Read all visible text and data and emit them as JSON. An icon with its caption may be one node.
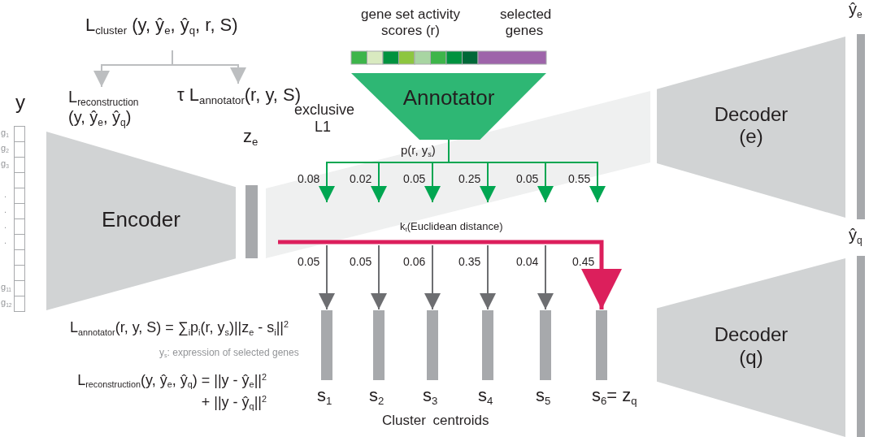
{
  "diagram": {
    "nodes": [
      {
        "text": [
          "L$_{cluster}$ (y, ŷ$_{e}$, ŷ$_{q}$, r, S)"
        ]
      },
      {
        "text": [
          "L$_{reconstruction}$ (y, ŷ$_{e}$, ŷ$_{q}$)"
        ]
      },
      {
        "text": [
          "τ L$_{annotator}$(r, y, S)"
        ]
      },
      {
        "text": [
          "y"
        ],
        "beside": [
          "g$_{1}$",
          "g$_{2}$",
          "g$_{3}$",
          ".",
          ".",
          ".",
          ".",
          "g$_{11}$",
          "g$_{12}$"
        ]
      },
      {
        "text": [
          "Encoder"
        ]
      },
      {
        "text": [
          "z$_{e}$"
        ]
      },
      {
        "text": [
          "gene set activity scores (r)",
          "selected genes"
        ]
      },
      {
        "text": [
          "Annotator"
        ],
        "beside": [
          "exclusive L1"
        ]
      },
      {
        "text": [
          "s$_{1}$"
        ]
      },
      {
        "text": [
          "s$_{2}$"
        ]
      },
      {
        "text": [
          "s$_{3}$"
        ]
      },
      {
        "text": [
          "s$_{4}$"
        ]
      },
      {
        "text": [
          "s$_{5}$"
        ]
      },
      {
        "text": [
          "s$_{6}$= z$_{q}$"
        ]
      },
      {
        "text": [
          "Decoder (e)"
        ]
      },
      {
        "text": [
          "ŷ$_{e}$"
        ]
      },
      {
        "text": [
          "Decoder (q)"
        ]
      },
      {
        "text": [
          "ŷ$_{q}$"
        ]
      }
    ],
    "edges": [
      {
        "from": 0,
        "to": 1,
        "arrow": "to",
        "color": "#bcbec0"
      },
      {
        "from": 0,
        "to": 2,
        "arrow": "to",
        "color": "#bcbec0"
      },
      {
        "from": 7,
        "to": null,
        "arrow": "to",
        "label": "0.08"
      },
      {
        "from": 7,
        "to": null,
        "arrow": "to",
        "label": "0.02"
      },
      {
        "from": 7,
        "to": null,
        "arrow": "to",
        "label": "0.05"
      },
      {
        "from": 7,
        "to": null,
        "arrow": "to",
        "label": "0.25"
      },
      {
        "from": 7,
        "to": null,
        "arrow": "to",
        "label": "0.05"
      },
      {
        "from": 7,
        "to": null,
        "arrow": "to",
        "label": "0.55"
      },
      {
        "from": null,
        "to": 8,
        "arrow": "to",
        "label": "0.05",
        "color": "#6d6e71"
      },
      {
        "from": null,
        "to": 9,
        "arrow": "to",
        "label": "0.05",
        "color": "#6d6e71"
      },
      {
        "from": null,
        "to": 10,
        "arrow": "to",
        "label": "0.06",
        "color": "#6d6e71"
      },
      {
        "from": null,
        "to": 11,
        "arrow": "to",
        "label": "0.35",
        "color": "#6d6e71"
      },
      {
        "from": null,
        "to": 12,
        "arrow": "to",
        "label": "0.04",
        "color": "#6d6e71"
      },
      {
        "from": null,
        "to": 13,
        "arrow": "to",
        "label": "0.45",
        "style": "thick",
        "color": "#dc1f5c"
      }
    ],
    "labels": [
      "p(r, y$_{s}$)",
      "k$_{t}$(Euclidean distance)",
      "L$_{annotator}$(r, y, S) = ∑$_{i}$p$_{i}$(r, y$_{s}$)||z$_{e}$ - s$_{i}$||$^{2}$",
      "y$_{s}$: expression of selected genes",
      "L$_{reconstruction}$(y, ŷ$_{e}$, ŷ$_{q}$)  = ||y - ŷ$_{e}$||$^{2}$ + ||y - ŷ$_{q}$||$^{2}$",
      "Cluster centroids"
    ]
  }
}
